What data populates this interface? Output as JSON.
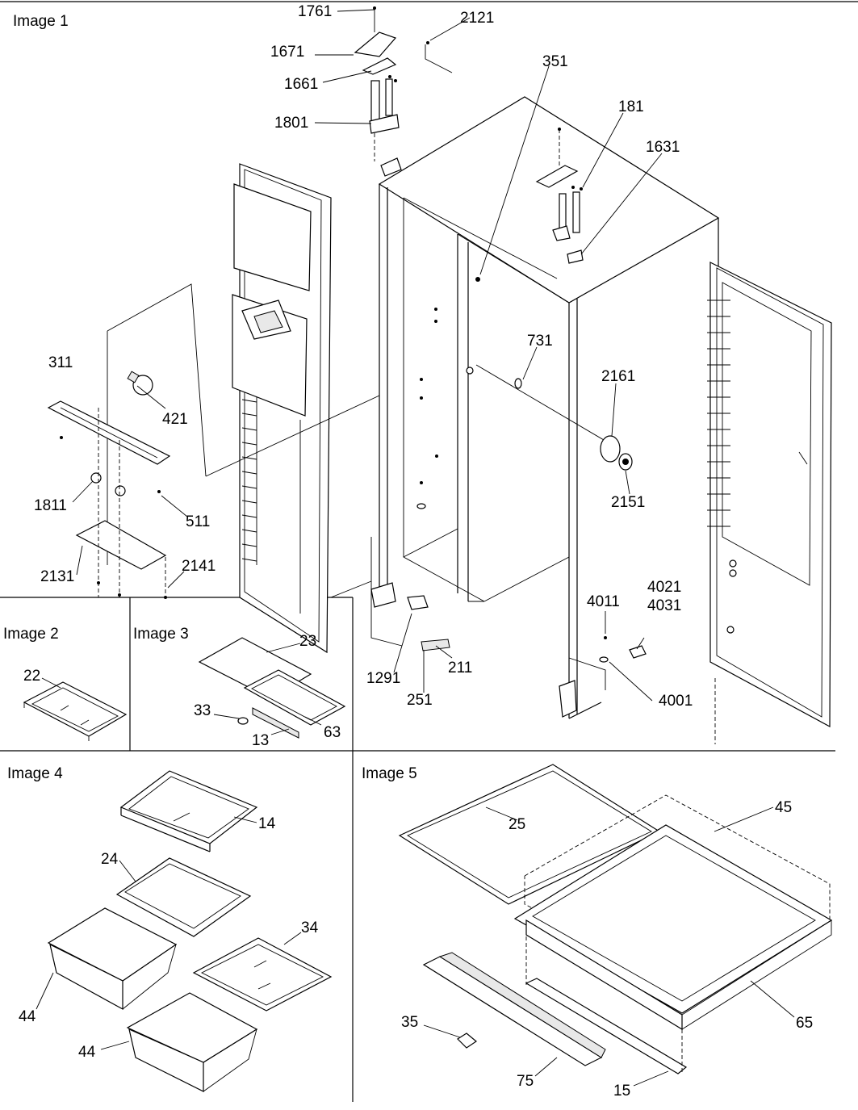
{
  "panels": [
    {
      "key": "p1",
      "title": "Image 1"
    },
    {
      "key": "p2",
      "title": "Image 2"
    },
    {
      "key": "p3",
      "title": "Image 3"
    },
    {
      "key": "p4",
      "title": "Image 4"
    },
    {
      "key": "p5",
      "title": "Image 5"
    }
  ],
  "callouts": {
    "p1": [
      "1761",
      "2121",
      "1671",
      "1661",
      "351",
      "1801",
      "181",
      "1631",
      "311",
      "421",
      "731",
      "2161",
      "1811",
      "511",
      "2151",
      "2131",
      "2141",
      "4021",
      "4031",
      "4011",
      "1291",
      "211",
      "251",
      "4001"
    ],
    "p2": [
      "22"
    ],
    "p3": [
      "23",
      "33",
      "63",
      "13"
    ],
    "p4": [
      "14",
      "24",
      "34",
      "44",
      "44"
    ],
    "p5": [
      "45",
      "25",
      "65",
      "35",
      "75",
      "15"
    ]
  }
}
